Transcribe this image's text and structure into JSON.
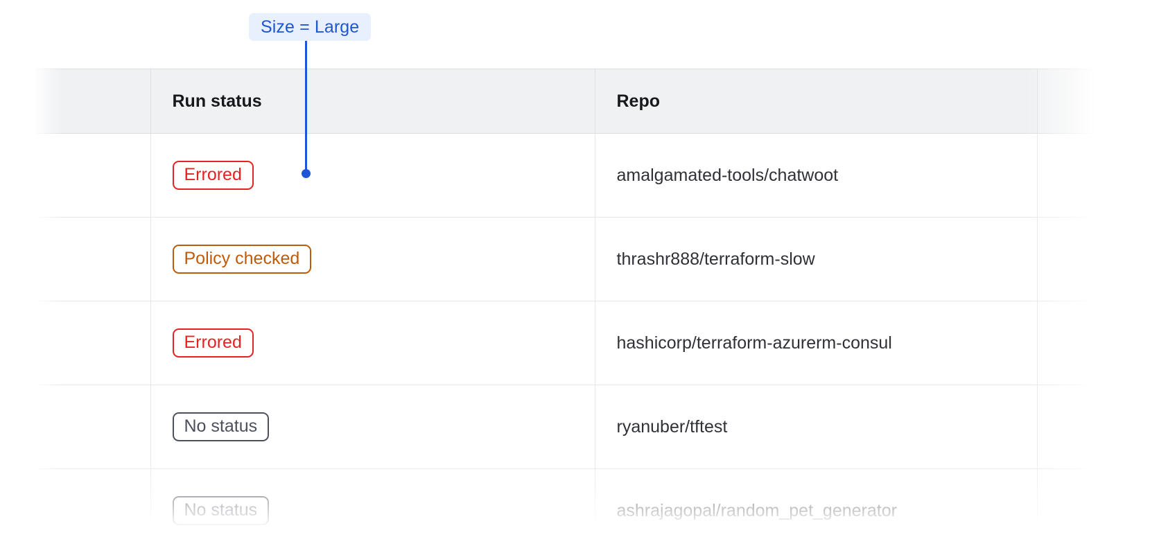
{
  "annotation": {
    "label": "Size = Large",
    "accent_color": "#1f56d3",
    "chip_background": "#e8effd"
  },
  "table": {
    "columns": [
      {
        "key": "select",
        "label": ""
      },
      {
        "key": "run_status",
        "label": "Run status"
      },
      {
        "key": "repo",
        "label": "Repo"
      },
      {
        "key": "extra",
        "label": ""
      }
    ],
    "header_background": "#f0f1f3",
    "rows": [
      {
        "status": {
          "label": "Errored",
          "variant": "errored",
          "color": "#e32222"
        },
        "repo": "amalgamated-tools/chatwoot",
        "faded": false
      },
      {
        "status": {
          "label": "Policy checked",
          "variant": "policy-checked",
          "color": "#bf5a08"
        },
        "repo": "thrashr888/terraform-slow",
        "faded": false
      },
      {
        "status": {
          "label": "Errored",
          "variant": "errored",
          "color": "#e32222"
        },
        "repo": "hashicorp/terraform-azurerm-consul",
        "faded": false
      },
      {
        "status": {
          "label": "No status",
          "variant": "no-status",
          "color": "#4c505c"
        },
        "repo": "ryanuber/tftest",
        "faded": false
      },
      {
        "status": {
          "label": "No status",
          "variant": "no-status",
          "color": "#4c505c"
        },
        "repo": "ashrajagopal/random_pet_generator",
        "faded": true
      }
    ]
  }
}
